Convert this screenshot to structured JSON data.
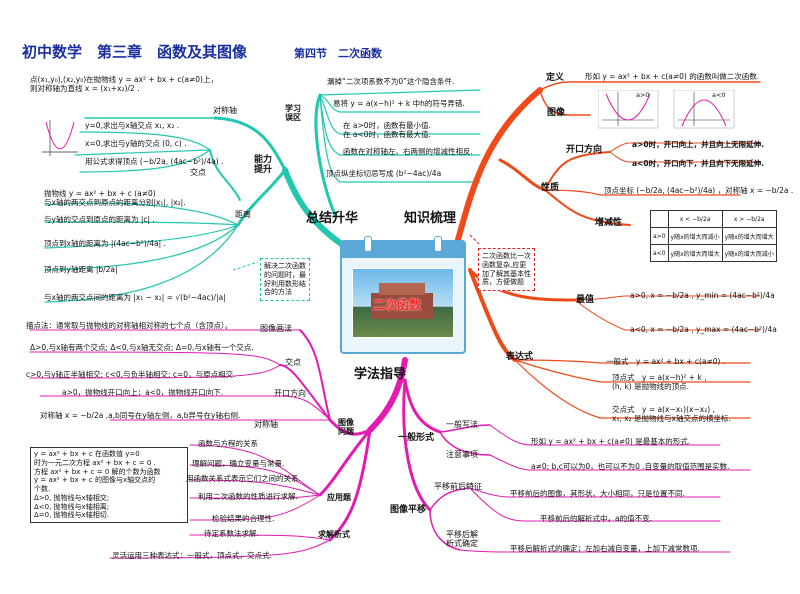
{
  "header": {
    "title": "初中数学　第三章　函数及其图像",
    "subtitle": "第四节　二次函数"
  },
  "hubs": {
    "review": "总结升华",
    "knowledge": "知识梳理",
    "method": "学法指导",
    "center": "二次函数"
  },
  "left_top": {
    "label_ability": "能力\n提升",
    "label_axis": "对称轴",
    "label_intersect": "交点",
    "label_distance": "距离",
    "axis_text": "点(x₁,y₀),(x₂,y₀)在抛物线 y = ax² + bx + c(a≠0)上，\n则对称轴为直线 x = (x₁+x₂)/2 .",
    "intersect_1": "y=0,求出与x轴交点 x₁, x₂ .",
    "intersect_2": "x=0,求出与y轴的交点 (0, c) .",
    "intersect_3": "用公式求得顶点 (−b/2a, (4ac−b²)/4a) .",
    "dist_1": "抛物线 y = ax² + bx + c (a≠0)\n与x轴的两交点到原点的距离分别|x₁|, |x₂|.",
    "dist_2": "与y轴的交点到原点的距离为 |c| .",
    "dist_3": "顶点到x轴的距离为 |(4ac−b²)/4a| .",
    "dist_4": "顶点到y轴距离 |b/2a|",
    "dist_5": "与x轴的两交点间的距离为 |x₁ − x₂| = √(b²−4ac)/|a|"
  },
  "study_zone": {
    "label": "学习\n误区",
    "items": [
      "漏掉“二次项系数不为0”这个隐含条件.",
      "易将 y = a(x−h)² + k 中h的符号弄错.",
      "在 a>0时，函数有最小值.\n在 a<0时，函数有最大值.",
      "函数在对称轴左、右两侧的增减性相反.",
      "顶点纵坐标切忌写成 (b²−4ac)/4a"
    ]
  },
  "note_box": "解决二次函数\n的问题时，最\n好利用数形结\n合的方法",
  "knowledge": {
    "label_def": "定义",
    "def_text": "形如 y = ax² + bx + c(a≠0) 的函数叫做二次函数.",
    "label_graph": "图像",
    "graph_a_pos": "a>0",
    "graph_a_neg": "a<0",
    "label_nature": "性质",
    "label_open": "开口方向",
    "open_pos": "a>0时，开口向上，并且向上无限延伸.",
    "open_neg": "a<0时，开口向下，并且向下无限延伸.",
    "vertex_text": "顶点坐标 (−b/2a, (4ac−b²)/4a) ，对称轴 x = −b/2a .",
    "label_mono": "增减性",
    "mono_table": {
      "head": [
        "",
        "x < −b/2a",
        "x > −b/2a"
      ],
      "rows": [
        [
          "a>0",
          "y随x的增大而减小",
          "y随x的增大而增大"
        ],
        [
          "a<0",
          "y随x的增大而增大",
          "y随x的增大而减小"
        ]
      ]
    },
    "label_max": "最值",
    "max_pos": "a>0, x = −b/2a , y_min = (4ac−b²)/4a",
    "max_neg": "a<0, x = −b/2a , y_max = (4ac−b²)/4a",
    "dash_note": "二次函数比一次\n函数复杂,应更\n加了解其基本性\n质，方便做题",
    "label_expr": "表达式",
    "expr_general": "一般式　y = ax² + bx + c(a≠0) .",
    "expr_vertex": "顶点式　y = a(x−h)² + k ,\n(h, k) 是抛物线的顶点.",
    "expr_intercept": "交点式　y = a(x−x₁)(x−x₂) ,\nx₁, x₂ 是抛物线与x轴交点的横坐标."
  },
  "method_right": {
    "label_general": "一般形式",
    "label_write": "一般写法",
    "write_text": "形如 y = ax² + bx + c(a≠0) 是最基本的形式.",
    "label_notice": "注意事项",
    "notice_text": "a≠0; b,c可以为0，也可以不为0 .自变量的取值范围是实数.",
    "label_shift": "图像平移",
    "label_shift_feature": "平移前后特征",
    "shift_feature_1": "平移前后的图像，其形状、大小相同，只是位置不同.",
    "shift_feature_2": "平移前后的解析式中，a的值不变.",
    "label_shift_determine": "平移后解\n析式确定",
    "shift_determine_text": "平移后解析式的确定；左加右减自变量，上加下减常数项."
  },
  "method_left": {
    "draw_method": "描点法：通常取与抛物线的对称轴相对称的七个点（含顶点）。",
    "label_draw": "图像画法",
    "intersect_items": [
      "Δ>0,与x轴有两个交点; Δ<0,与x轴无交点; Δ=0,与x轴有一个交点.",
      "c>0,与y轴正半轴相交; c<0,与负半轴相交; c=0，与原点相交."
    ],
    "label_intersect": "交点",
    "open_text": "a>0，抛物线开口向上；a<0，抛物线开口向下.",
    "label_open": "开口方向",
    "axis_text": "对称轴 x = −b/2a ,a,b同号在y轴左侧，a,b异号在y轴右侧.",
    "label_axis": "对称轴",
    "label_graph_problem": "图像\n问题",
    "eq_relation": "函数与方程的关系",
    "eq_box": "y = ax² + bx + c 在函数值 y=0\n时为一元二次方程 ax² + bx + c = 0 .\n方程 ax² + bx + c = 0 解的个数为函数\ny = ax² + bx + c 的图像与x轴交点的\n个数.\nΔ>0, 抛物线与x轴相交;\nΔ<0, 抛物线与x轴相离;\nΔ=0, 抛物线与x轴相切.",
    "app_items": [
      "理解问题，确立变量与常量.",
      "用函数关系式表示它们之间的关系.",
      "利用二次函数的性质进行求解.",
      "检验结果的合理性."
    ],
    "label_app": "应用题",
    "formula_items": [
      "待定系数法求解.",
      "灵活运用三种表达式：一般式，顶点式，交点式."
    ],
    "label_formula": "求解析式"
  },
  "colors": {
    "green": "#22c7b0",
    "red": "#ee4a1a",
    "magenta": "#e21cb0",
    "title": "#1a2fa0"
  }
}
